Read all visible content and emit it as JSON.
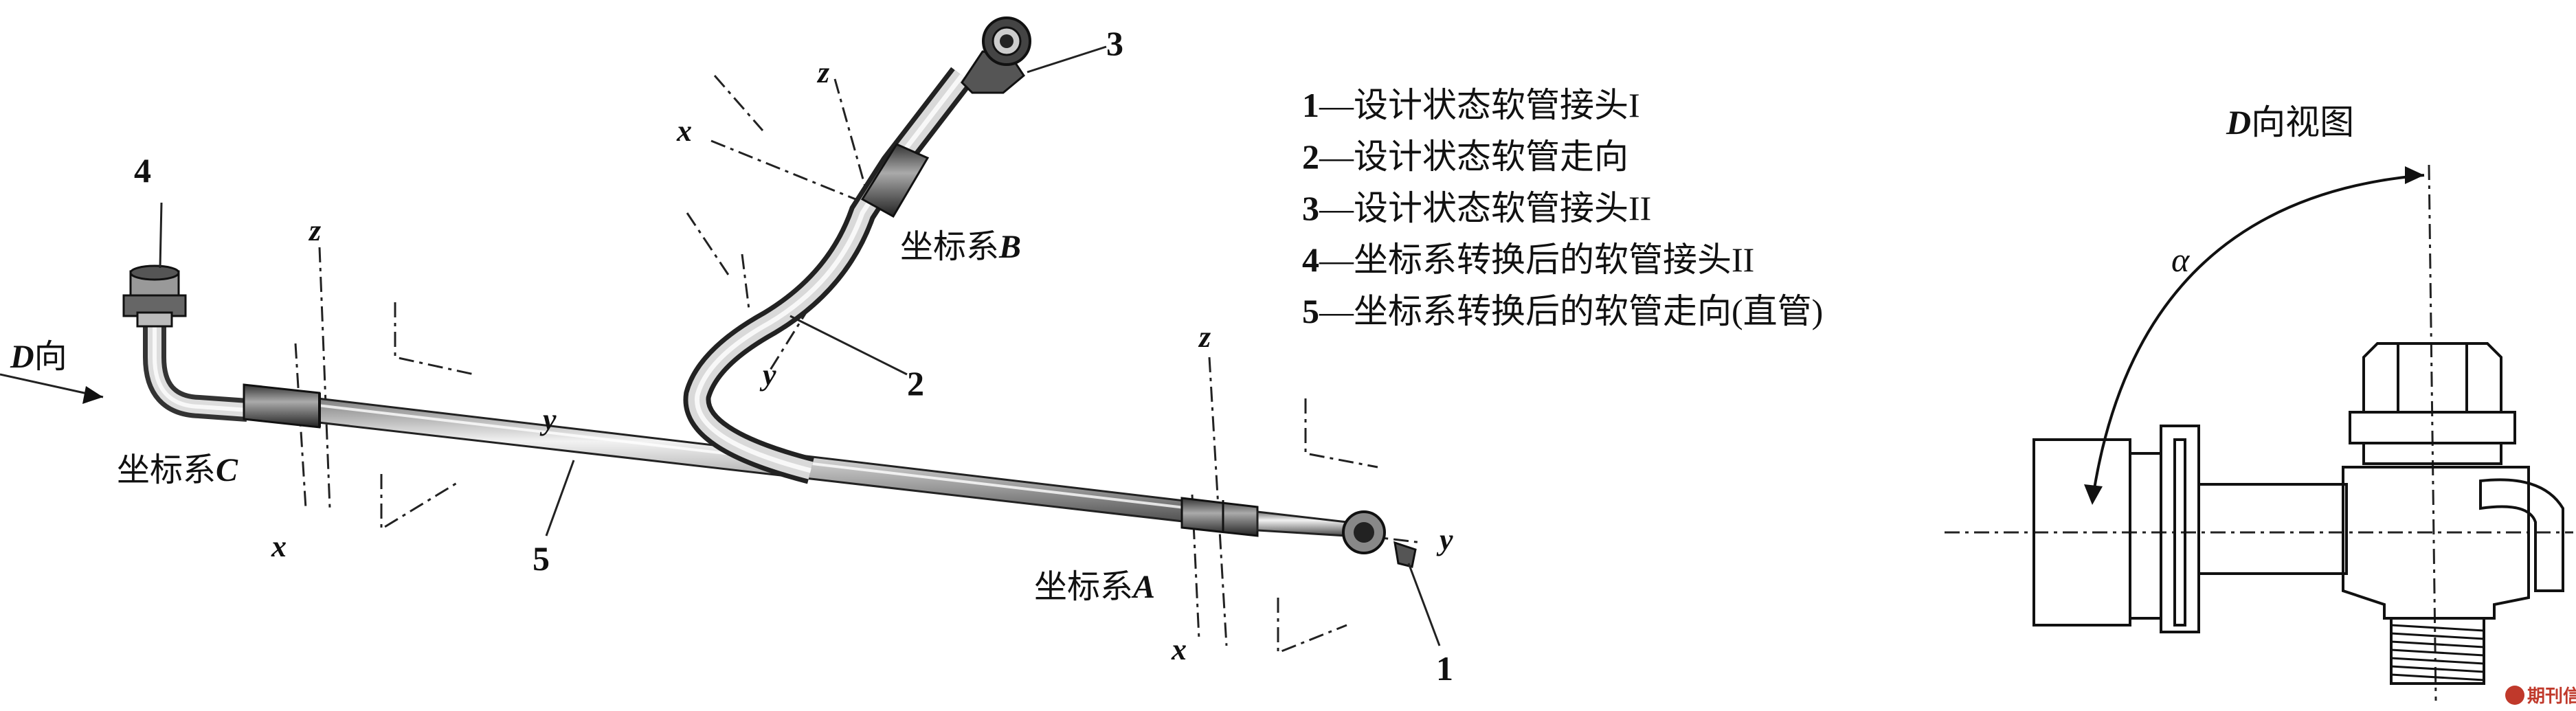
{
  "parts": {
    "p1": "1",
    "p2": "2",
    "p3": "3",
    "p4": "4",
    "p5": "5"
  },
  "coord_systems": {
    "A": {
      "prefix": "坐标系",
      "letter": "A"
    },
    "B": {
      "prefix": "坐标系",
      "letter": "B"
    },
    "C": {
      "prefix": "坐标系",
      "letter": "C"
    }
  },
  "axes": {
    "x": "x",
    "y": "y",
    "z": "z"
  },
  "direction": {
    "letter": "D",
    "suffix": "向"
  },
  "view": {
    "letter": "D",
    "suffix": "向视图",
    "angle": "α"
  },
  "legend": [
    {
      "num": "1",
      "sep": "—",
      "text": "设计状态软管接头I"
    },
    {
      "num": "2",
      "sep": "—",
      "text": "设计状态软管走向"
    },
    {
      "num": "3",
      "sep": "—",
      "text": "设计状态软管接头II"
    },
    {
      "num": "4",
      "sep": "—",
      "text": "坐标系转换后的软管接头II"
    },
    {
      "num": "5",
      "sep": "—",
      "text": "坐标系转换后的软管走向(直管)"
    }
  ],
  "watermark": "期刊信"
}
